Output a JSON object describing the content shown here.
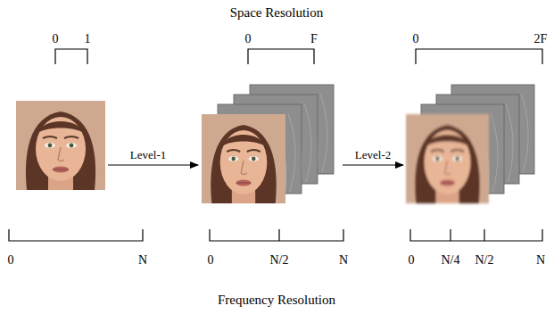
{
  "diagram": {
    "labels": [
      "Space Resolution",
      "0",
      "1",
      "0",
      "F",
      "0",
      "2F",
      "Level-1",
      "Level-2",
      "0",
      "N",
      "0",
      "N/2",
      "N",
      "0",
      "N/4",
      "N/2",
      "N",
      "Frequency Resolution"
    ]
  }
}
